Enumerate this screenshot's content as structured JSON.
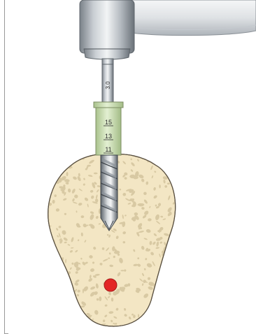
{
  "diagram": {
    "shank_diameter_label": "3.0",
    "depth_marks": [
      "15",
      "13",
      "11"
    ],
    "colors": {
      "bone": "#f3e6c4",
      "bone_outline": "#5a5040",
      "bone_pores": "#d8c9a3",
      "stop_sleeve": "#cfe3b5",
      "stop_sleeve_outline": "#7d8d63",
      "metal_light": "#e4e7ea",
      "metal_dark": "#6d747b",
      "target_marker": "#e32626"
    },
    "icons": {
      "handpiece": "dental-handpiece-icon",
      "drill": "twist-drill-icon",
      "target": "red-dot-icon"
    }
  }
}
